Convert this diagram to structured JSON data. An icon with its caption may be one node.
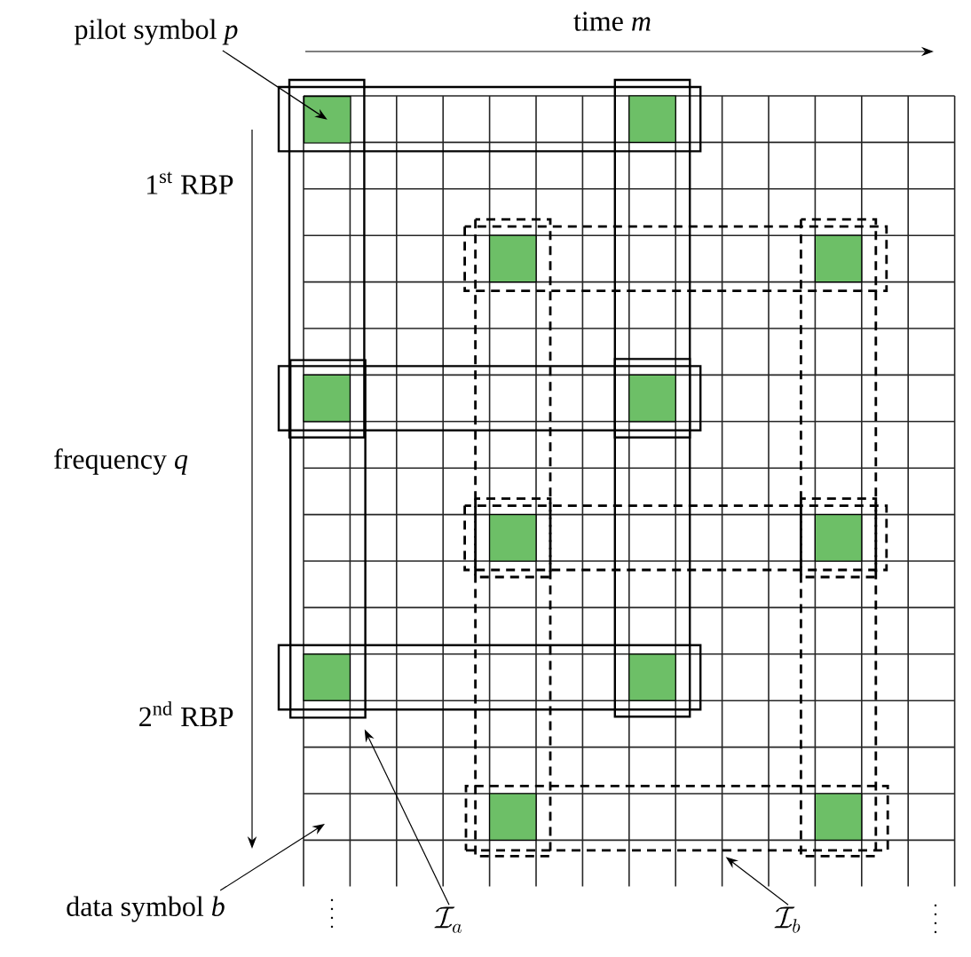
{
  "diagram": {
    "nodes": [
      {
        "text": [
          "pilot symbol *p*"
        ]
      },
      {
        "text": [],
        "shape": "box"
      },
      {
        "text": [
          "data symbol *b*"
        ]
      },
      {
        "text": [
          "\\mathcal{I}_a"
        ]
      },
      {
        "text": [],
        "shape": "box"
      },
      {
        "text": [
          "\\mathcal{I}_b"
        ]
      },
      {
        "text": [],
        "shape": "box"
      }
    ],
    "edges": [
      {
        "from": 0,
        "to": 1,
        "arrow": "to"
      },
      {
        "from": 2,
        "to": null,
        "arrow": "to"
      },
      {
        "from": 3,
        "to": 4,
        "arrow": "to"
      },
      {
        "from": 5,
        "to": 6,
        "arrow": "to"
      }
    ],
    "labels": [
      "time *m*",
      "1$^{st}$ RBP",
      "frequency *q*",
      "2$^{nd}$ RBP"
    ]
  }
}
